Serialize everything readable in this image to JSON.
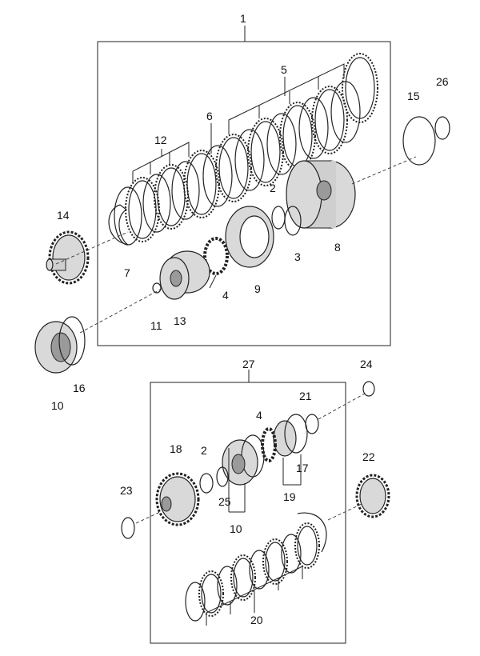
{
  "diagram": {
    "callouts": {
      "c1": "1",
      "c2a": "2",
      "c2b": "2",
      "c3": "3",
      "c4a": "4",
      "c4b": "4",
      "c5": "5",
      "c6": "6",
      "c7": "7",
      "c8": "8",
      "c9": "9",
      "c10a": "10",
      "c10b": "10",
      "c11": "11",
      "c12": "12",
      "c13": "13",
      "c14": "14",
      "c15": "15",
      "c16": "16",
      "c17": "17",
      "c18": "18",
      "c19": "19",
      "c20": "20",
      "c21": "21",
      "c22": "22",
      "c23": "23",
      "c24": "24",
      "c25": "25",
      "c26": "26",
      "c27": "27"
    }
  }
}
